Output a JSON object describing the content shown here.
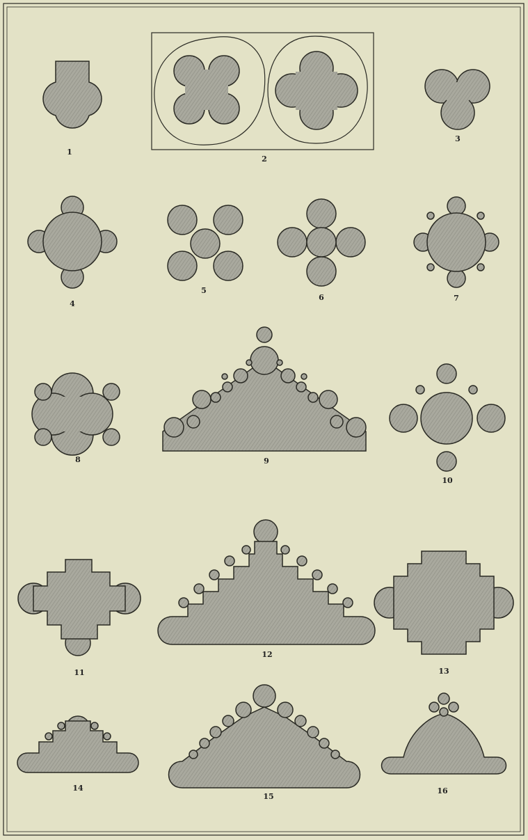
{
  "plate": {
    "background": "#e3e2c6",
    "ink": "#2a2a24",
    "fill_color": "#a7a79c",
    "figure_labels": [
      "1",
      "2",
      "3",
      "4",
      "5",
      "6",
      "7",
      "8",
      "9",
      "10",
      "11",
      "12",
      "13",
      "14",
      "15",
      "16"
    ]
  }
}
